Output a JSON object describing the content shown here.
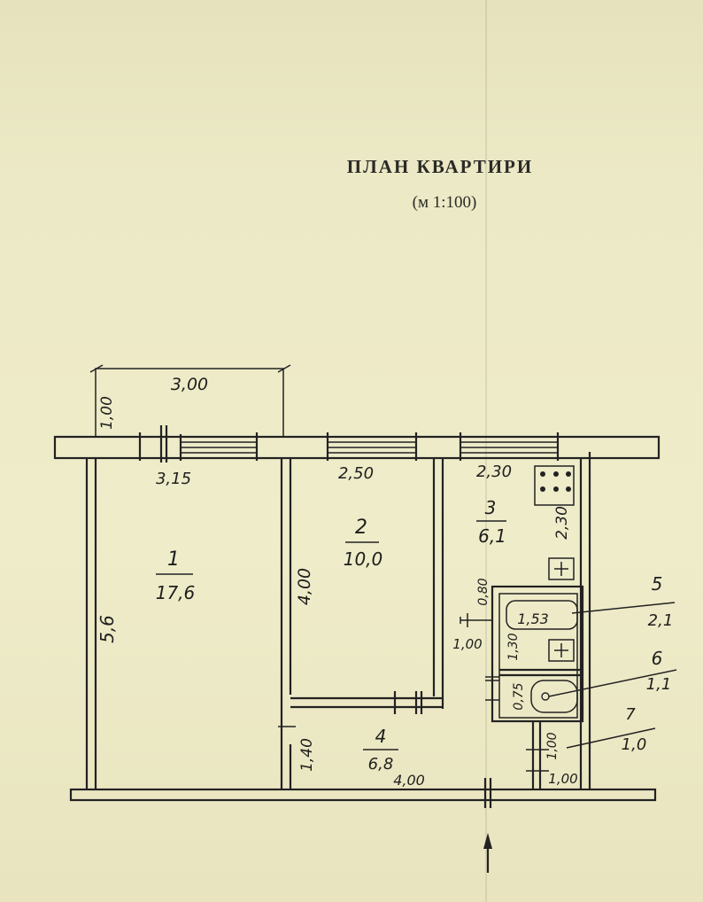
{
  "title": "ПЛАН КВАРТИРИ",
  "scale": "(м 1:100)",
  "rooms": [
    {
      "number": "1",
      "area": "17,6"
    },
    {
      "number": "2",
      "area": "10,0"
    },
    {
      "number": "3",
      "area": "6,1"
    },
    {
      "number": "4",
      "area": "6,8"
    },
    {
      "number": "5",
      "area": "2,1"
    },
    {
      "number": "6",
      "area": "1,1"
    },
    {
      "number": "7",
      "area": "1,0"
    }
  ],
  "dimensions": {
    "balcony_width": "3,00",
    "balcony_depth": "1,00",
    "room1_width": "3,15",
    "room1_length": "5,6",
    "room2_width": "2,50",
    "room2_length": "4,00",
    "room3_width": "2,30",
    "room3_length": "2,30",
    "bath_width": "1,53",
    "bath_label_a": "0,80",
    "bath_label_b": "1,00",
    "bath_label_c": "1,30",
    "wc_depth": "0,75",
    "hall_width": "4,00",
    "hall_depth": "1,40",
    "pantry_width": "1,00",
    "pantry_depth": "1,00"
  }
}
